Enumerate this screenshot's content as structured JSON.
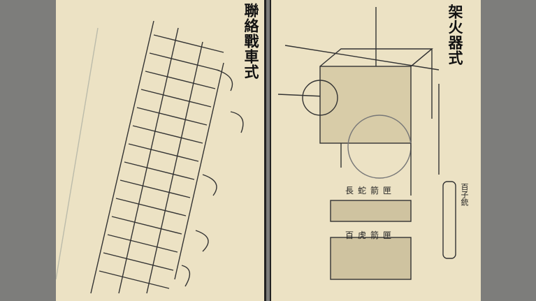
{
  "left_page": {
    "title": "聯絡戰車式"
  },
  "right_page": {
    "title": "架火器式",
    "labels": {
      "snake_box": "長蛇箭匣",
      "tiger_box": "百虎箭匣",
      "gun": "百子銃"
    }
  }
}
